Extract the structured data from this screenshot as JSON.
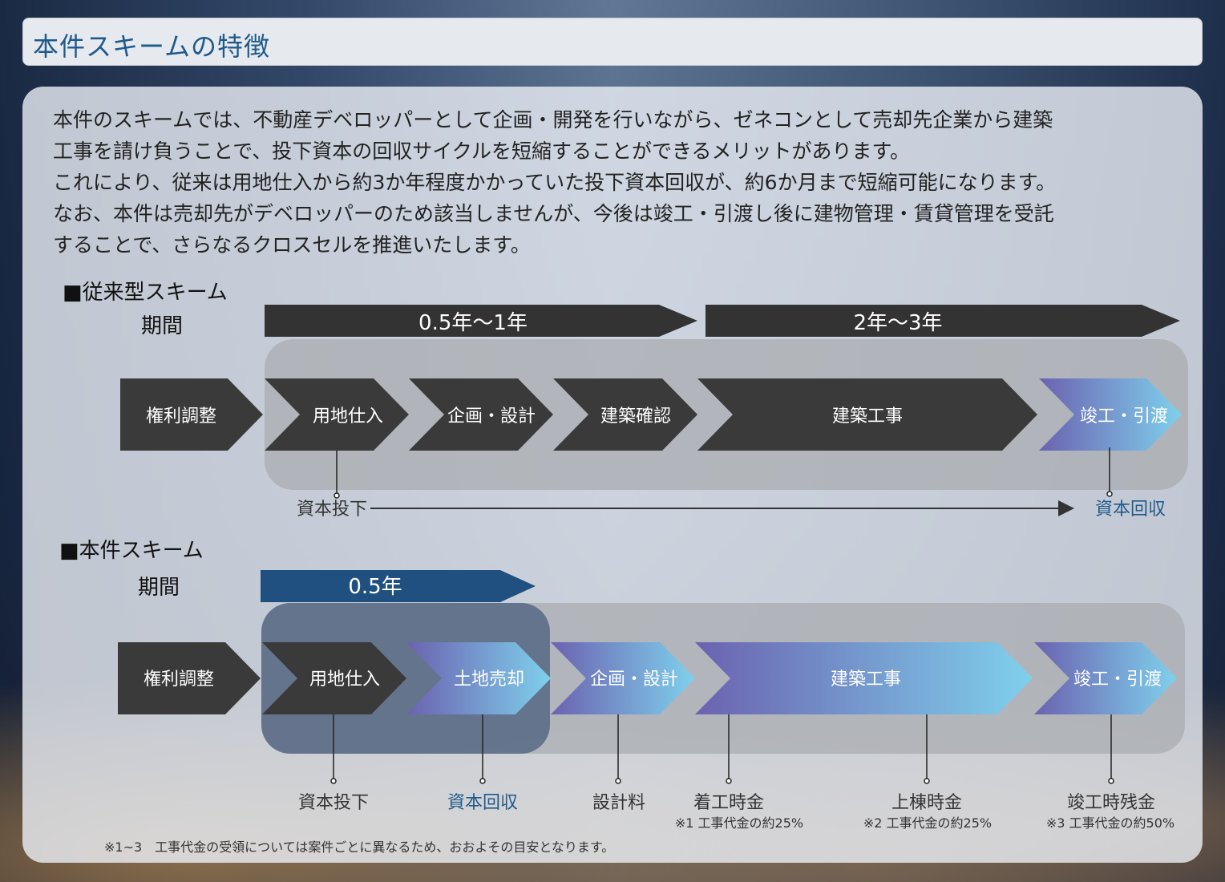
{
  "header": {
    "title": "本件スキームの特徴"
  },
  "intro": {
    "lines": [
      "本件のスキームでは、不動産デベロッパーとして企画・開発を行いながら、ゼネコンとして売却先企業から建築",
      "工事を請け負うことで、投下資本の回収サイクルを短縮することができるメリットがあります。",
      "これにより、従来は用地仕入から約3か年程度かかっていた投下資本回収が、約6か月まで短縮可能になります。",
      "なお、本件は売却先がデベロッパーのため該当しませんが、今後は竣工・引渡し後に建物管理・賃貸管理を受託",
      "することで、さらなるクロスセルを推進いたします。"
    ]
  },
  "conventional": {
    "title": "■従来型スキーム",
    "period_label": "期間",
    "periods": [
      "0.5年〜1年",
      "2年〜3年"
    ],
    "steps": [
      "権利調整",
      "用地仕入",
      "企画・設計",
      "建築確認",
      "建築工事",
      "竣工・引渡"
    ],
    "invest_label": "資本投下",
    "recover_label": "資本回収"
  },
  "proposed": {
    "title": "■本件スキーム",
    "period_label": "期間",
    "periods": [
      "0.5年"
    ],
    "steps": [
      "権利調整",
      "用地仕入",
      "土地売却",
      "企画・設計",
      "建築工事",
      "竣工・引渡"
    ],
    "milestones": [
      "資本投下",
      "資本回収",
      "設計料",
      "着工時金",
      "上棟時金",
      "竣工時残金"
    ],
    "sub_notes": [
      "※1 工事代金の約25%",
      "※2 工事代金の約25%",
      "※3 工事代金の約50%"
    ]
  },
  "footnote": "※1~3　工事代金の受領については案件ごとに異なるため、おおよその目安となります。",
  "colors": {
    "dark_step": "#3a3a3a",
    "period_dark": "#333333",
    "period_blue": "#20507f",
    "accent_blue": "#1f5a8a",
    "grad_start": "#6b62b0",
    "grad_end": "#7fd0ec"
  }
}
